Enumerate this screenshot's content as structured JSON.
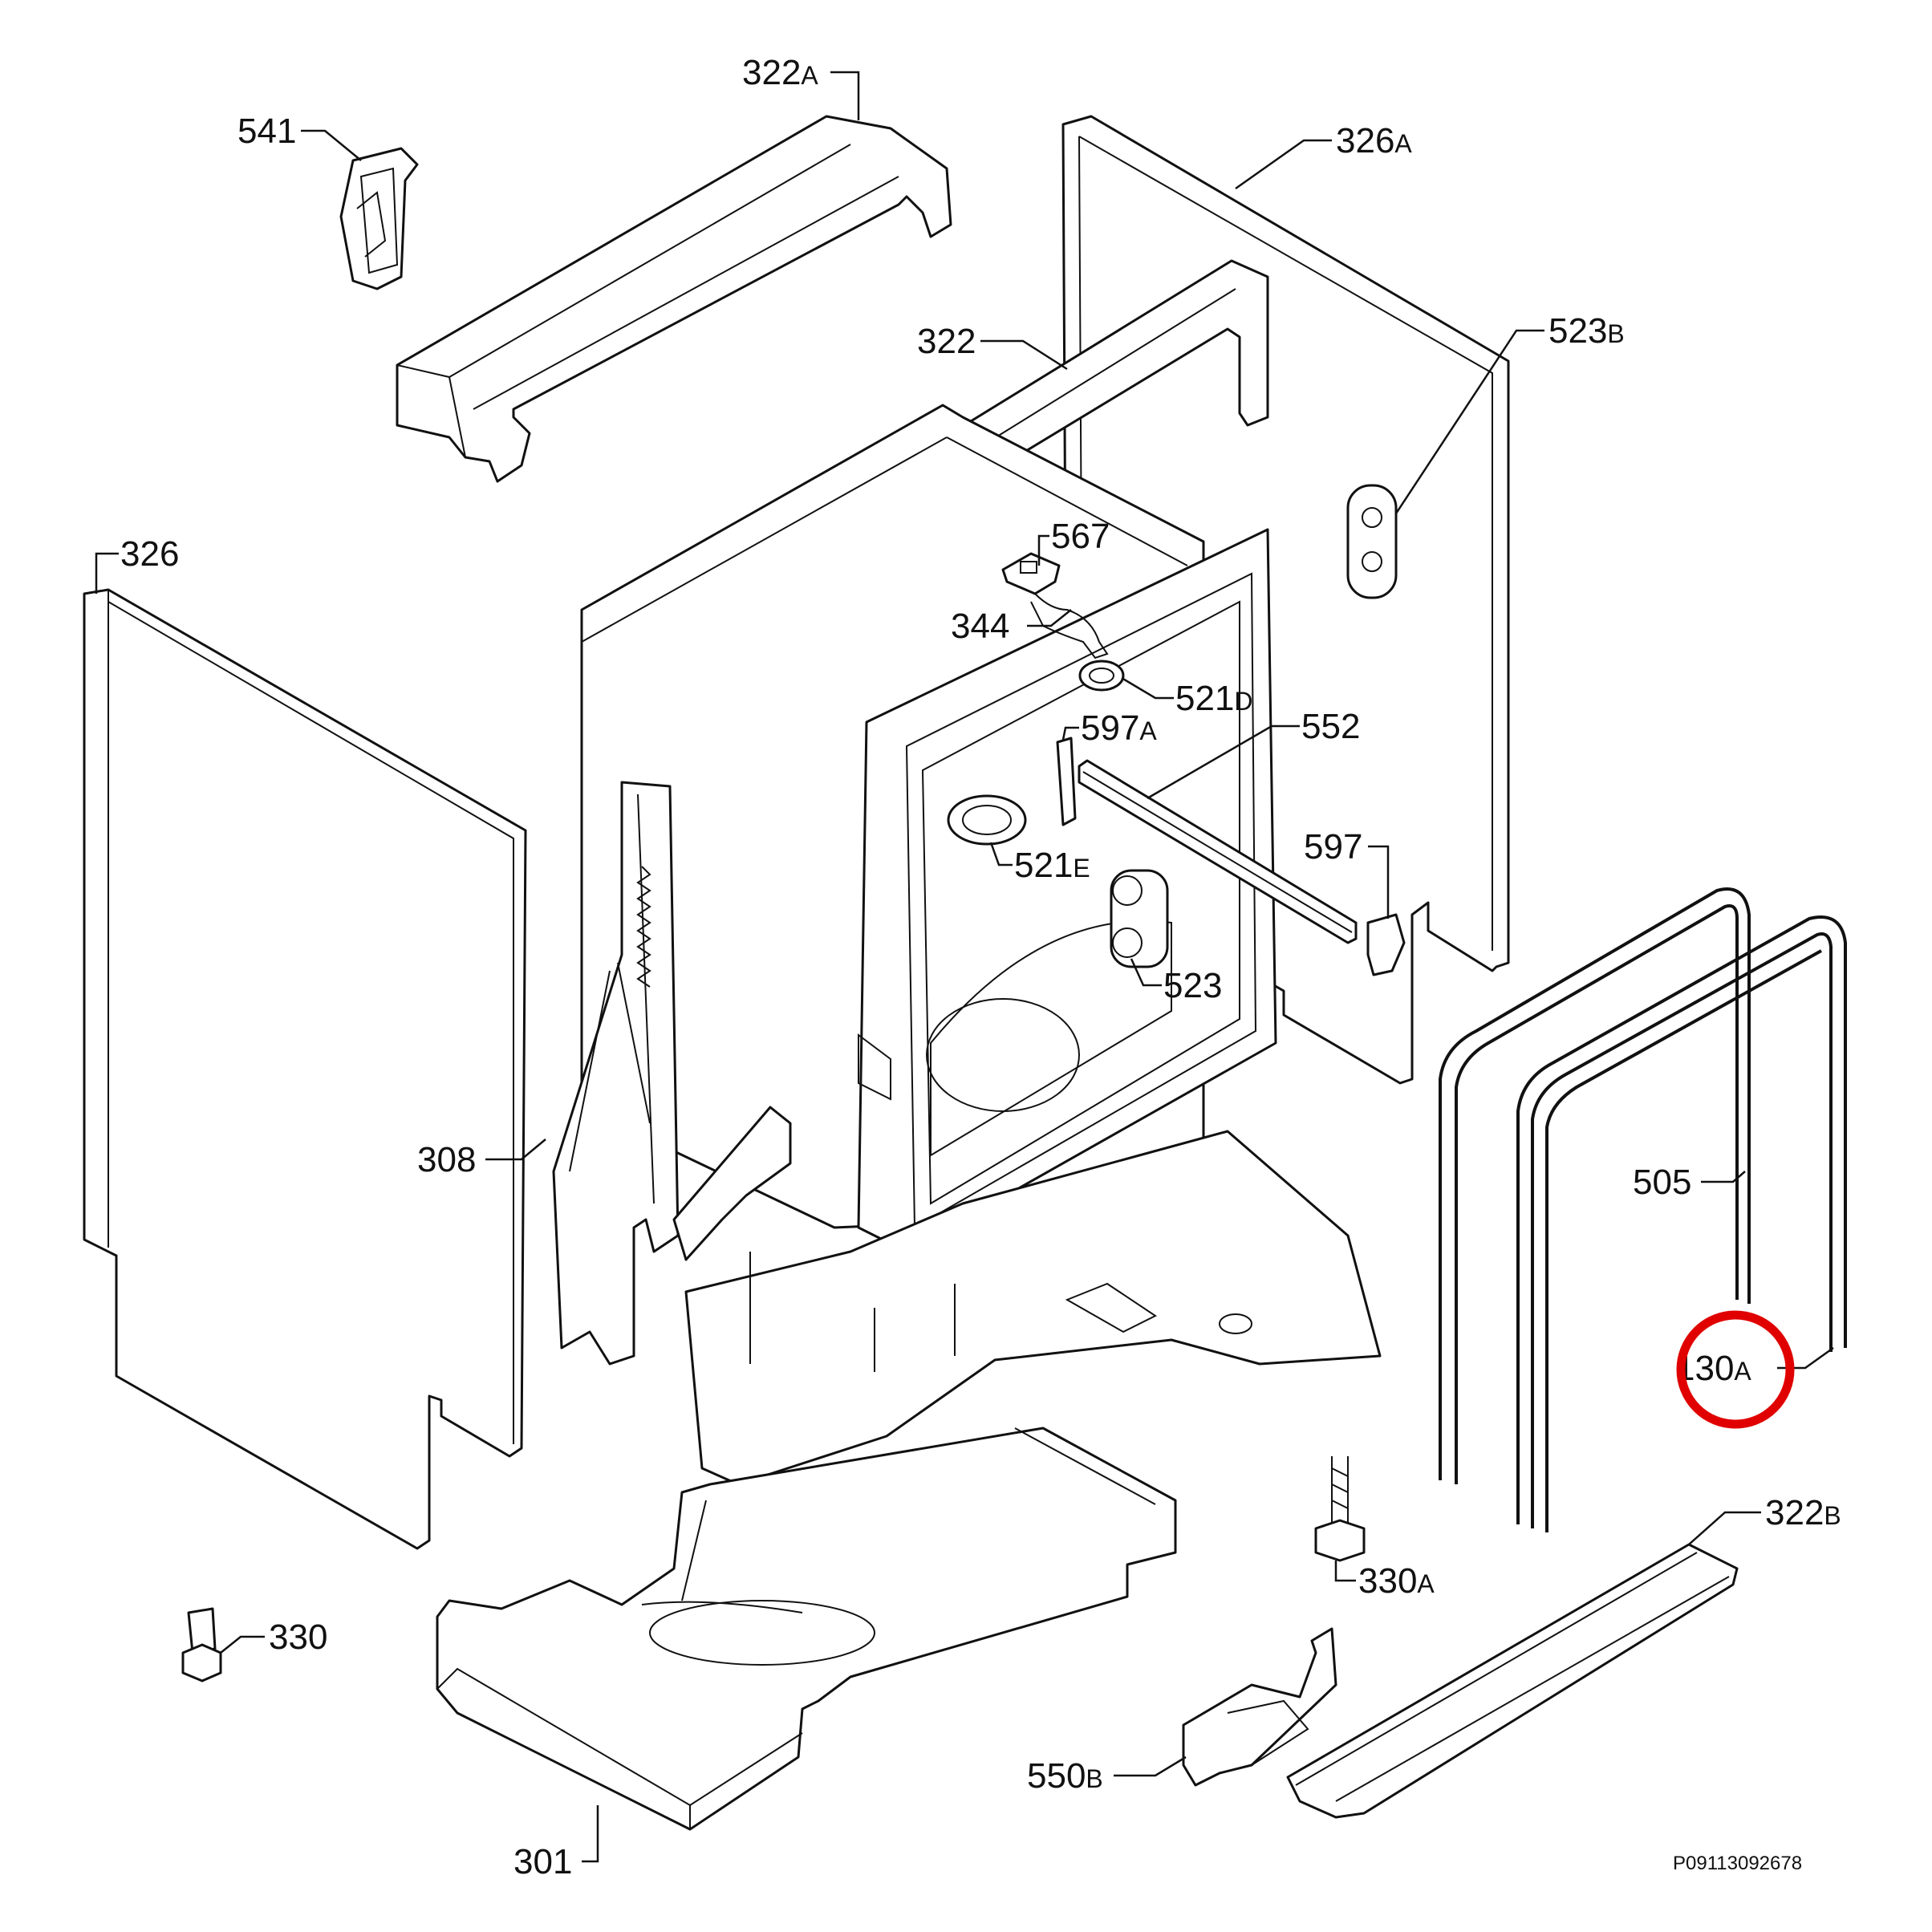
{
  "diagram": {
    "highlight_color": "#e00000",
    "drawing_code": "P09113092678",
    "callouts": [
      {
        "id": "322a",
        "num": "322",
        "suffix": "A"
      },
      {
        "id": "541",
        "num": "541",
        "suffix": ""
      },
      {
        "id": "326a",
        "num": "326",
        "suffix": "A"
      },
      {
        "id": "322",
        "num": "322",
        "suffix": ""
      },
      {
        "id": "523b",
        "num": "523",
        "suffix": "B"
      },
      {
        "id": "326",
        "num": "326",
        "suffix": ""
      },
      {
        "id": "567",
        "num": "567",
        "suffix": ""
      },
      {
        "id": "344",
        "num": "344",
        "suffix": ""
      },
      {
        "id": "521d",
        "num": "521",
        "suffix": "D"
      },
      {
        "id": "597a",
        "num": "597",
        "suffix": "A"
      },
      {
        "id": "552",
        "num": "552",
        "suffix": ""
      },
      {
        "id": "521e",
        "num": "521",
        "suffix": "E"
      },
      {
        "id": "597",
        "num": "597",
        "suffix": ""
      },
      {
        "id": "523",
        "num": "523",
        "suffix": ""
      },
      {
        "id": "308",
        "num": "308",
        "suffix": ""
      },
      {
        "id": "505",
        "num": "505",
        "suffix": ""
      },
      {
        "id": "130a",
        "num": "130",
        "suffix": "A"
      },
      {
        "id": "322b",
        "num": "322",
        "suffix": "B"
      },
      {
        "id": "330a",
        "num": "330",
        "suffix": "A"
      },
      {
        "id": "330",
        "num": "330",
        "suffix": ""
      },
      {
        "id": "550b",
        "num": "550",
        "suffix": "B"
      },
      {
        "id": "301",
        "num": "301",
        "suffix": ""
      }
    ]
  }
}
